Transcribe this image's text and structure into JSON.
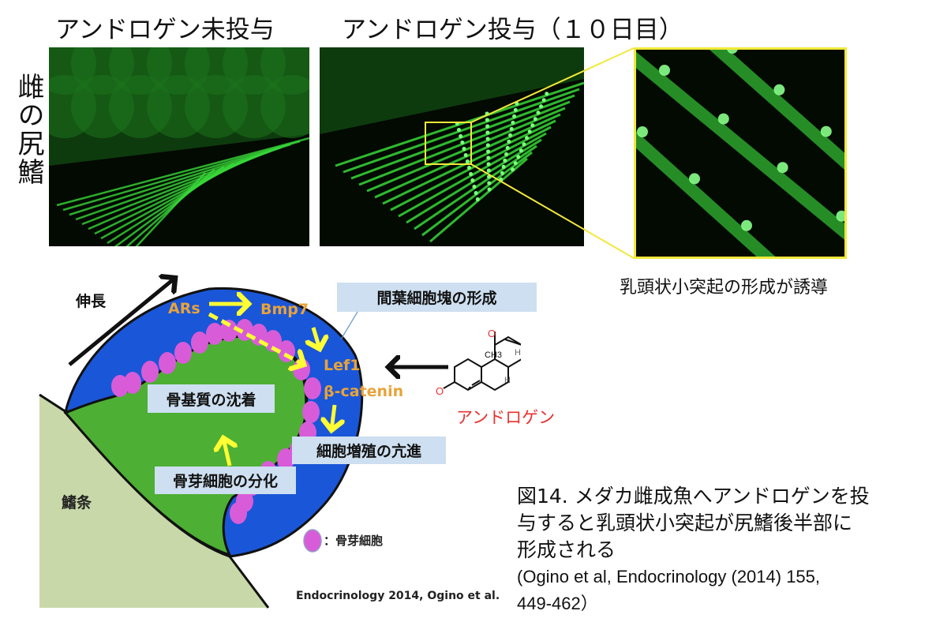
{
  "header": {
    "left_title": "アンドロゲン未投与",
    "right_title": "アンドロゲン投与（１０日目）",
    "row_label": "雌の尻鰭"
  },
  "photos": {
    "zoom_caption": "乳頭状小突起の形成が誘導"
  },
  "diagram": {
    "elongation": "伸長",
    "ars": "ARs",
    "bmp7": "Bmp7",
    "lef1": "Lef1",
    "beta_catenin": "β-catenin",
    "box_mesenchyme": "間葉細胞塊の形成",
    "box_matrix": "骨基質の沈着",
    "box_proliferation": "細胞増殖の亢進",
    "box_differentiation": "骨芽細胞の分化",
    "fin_ray": "鰭条",
    "legend_label": "：骨芽細胞",
    "source": "Endocrinology 2014, Ogino et al.",
    "compound_name": "アンドロゲン",
    "atoms": {
      "o": "O",
      "oh": "O",
      "h": "H",
      "ch3": "CH3"
    }
  },
  "colors": {
    "blastema_blue": "#1a56d8",
    "bone_green": "#4daf34",
    "fin_ray_beige": "#c8d8a8",
    "osteoblast_pink": "#d85cd8",
    "signal_orange": "#e8a33a",
    "arrow_yellow": "#ffff33",
    "androgen_red": "#e83030",
    "fluorescence_green": "#38d838"
  },
  "caption": {
    "line1": "図14. メダカ雌成魚へアンドロゲンを投",
    "line2": "与すると乳頭状小突起が尻鰭後半部に",
    "line3": "形成される",
    "ref1": "(Ogino et al, Endocrinology (2014) 155,",
    "ref2": "449-462）"
  }
}
